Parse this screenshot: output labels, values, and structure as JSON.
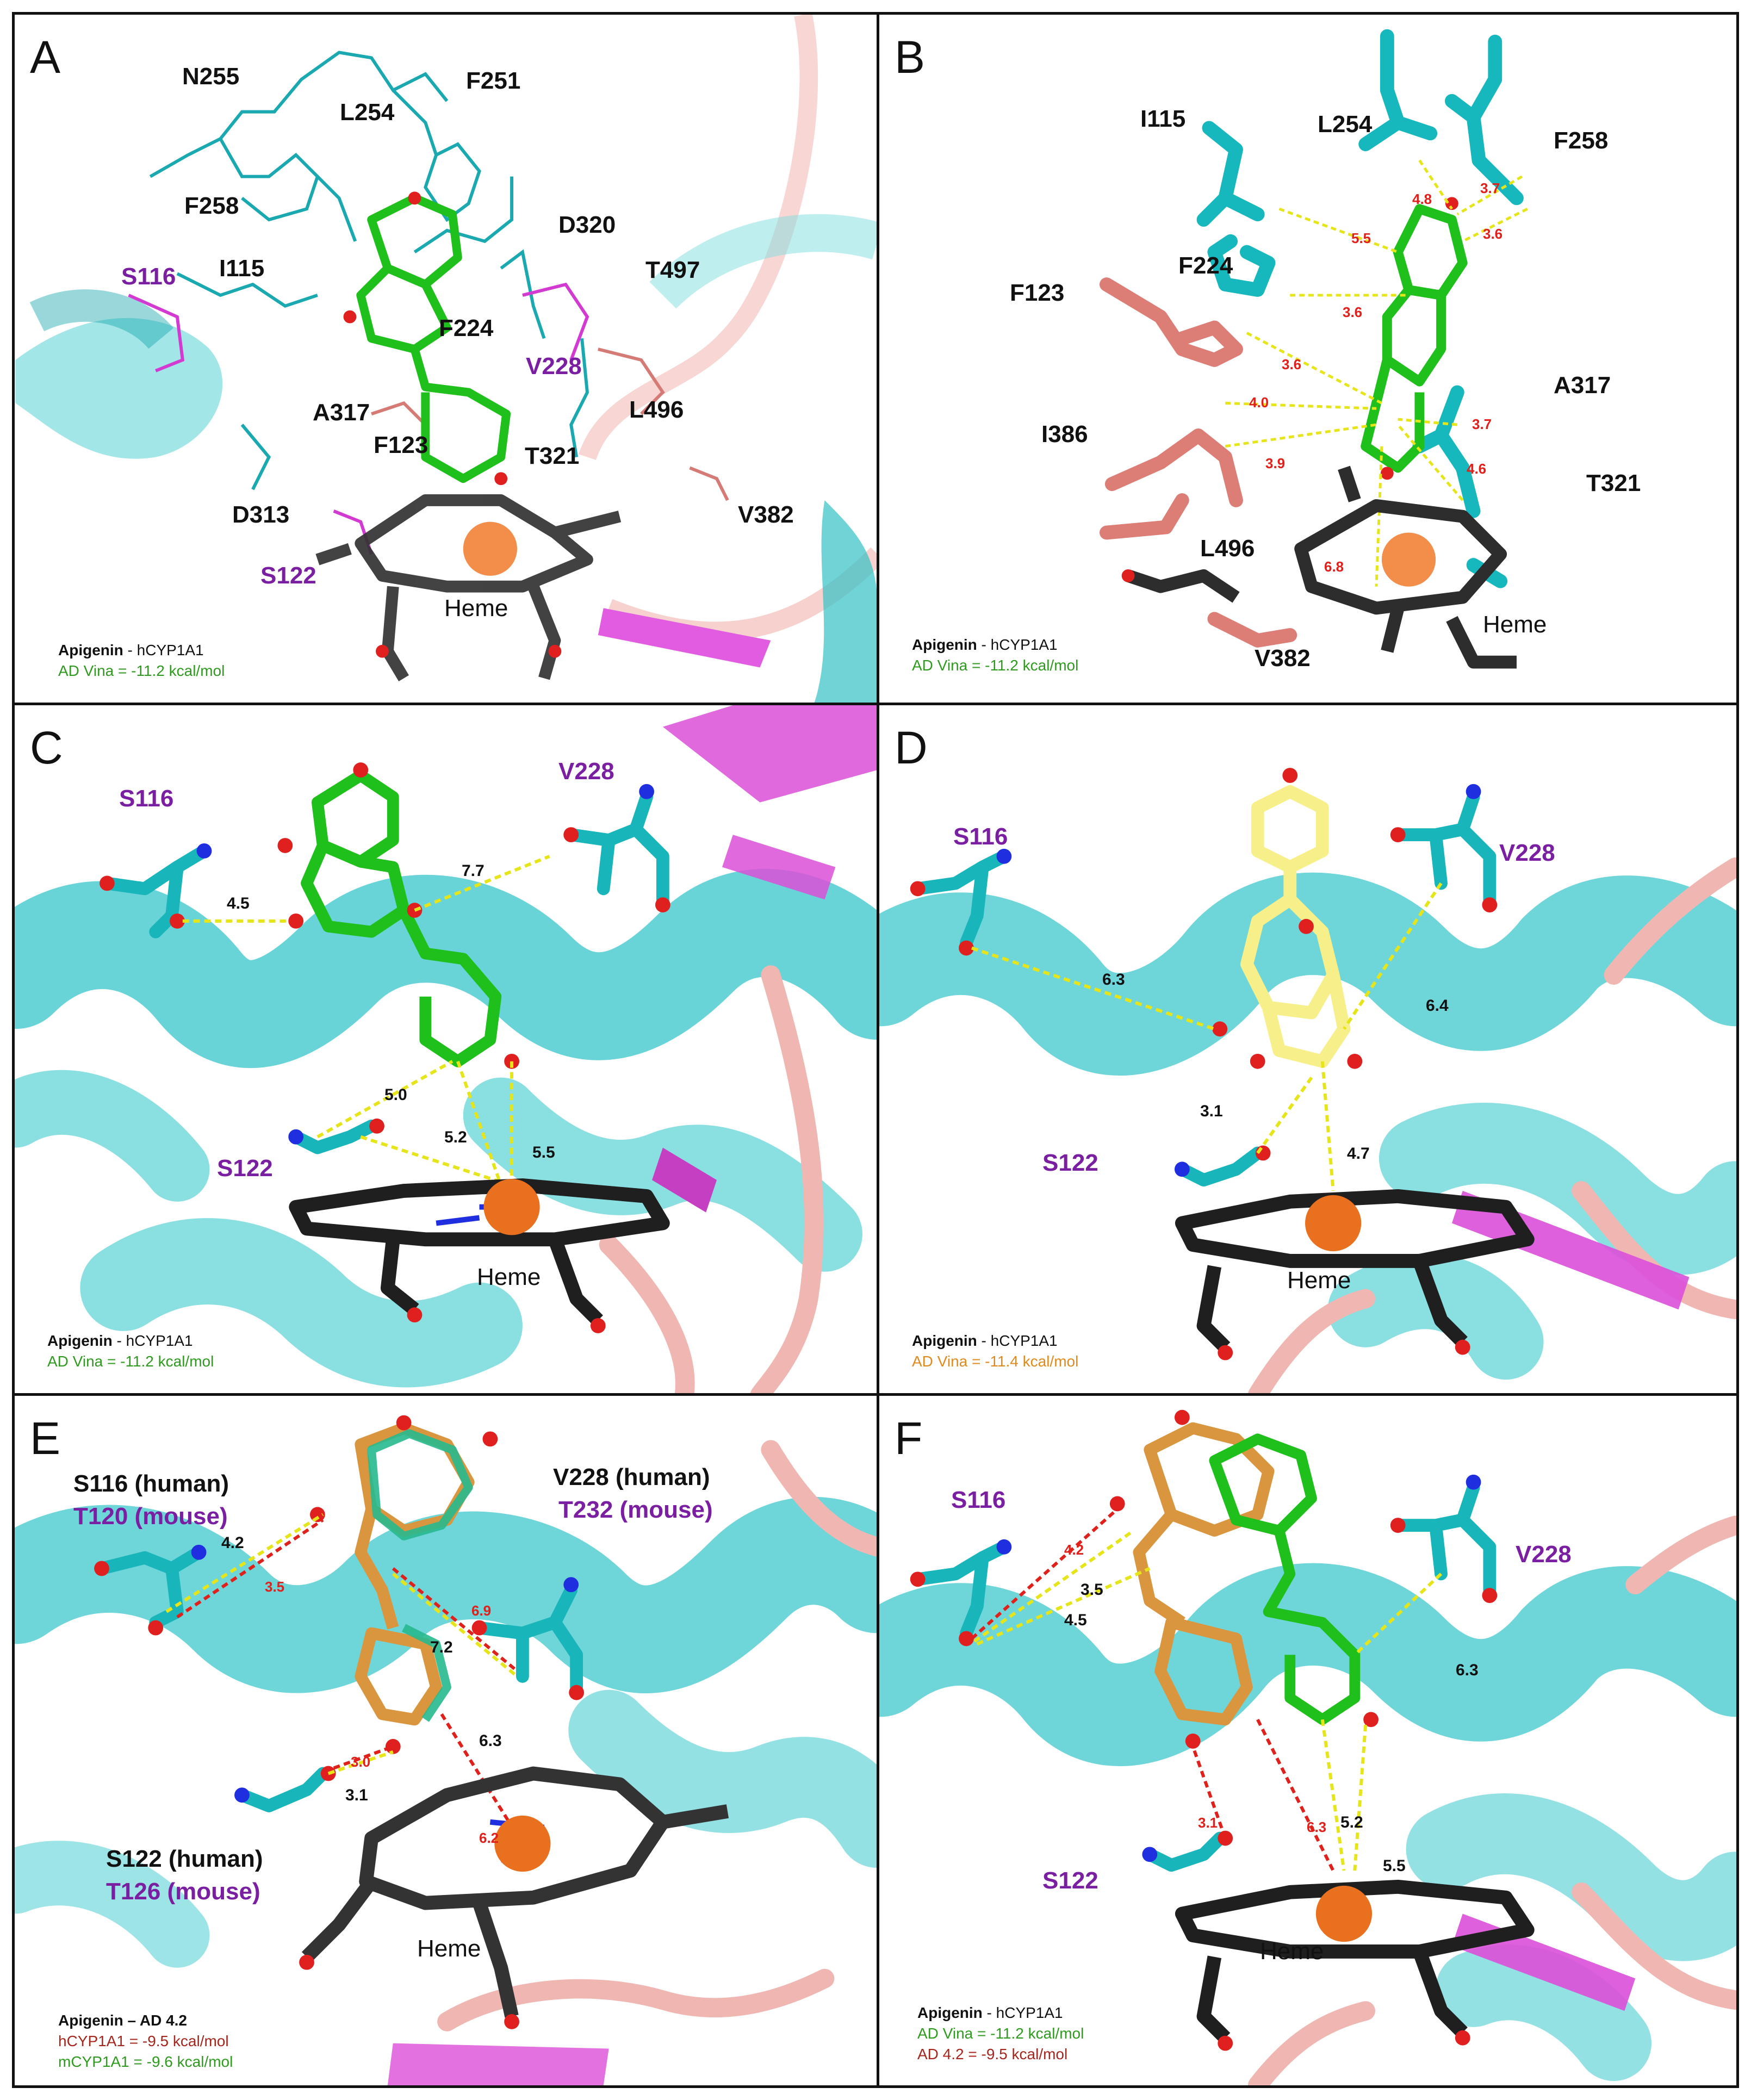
{
  "figure": {
    "panels": [
      {
        "letter": "A",
        "residues_black": [
          "N255",
          "L254",
          "F251",
          "F258",
          "I115",
          "D320",
          "T497",
          "F224",
          "L496",
          "A317",
          "T321",
          "F123",
          "D313",
          "V382"
        ],
        "residues_purple": [
          "S116",
          "V228",
          "S122"
        ],
        "heme": "Heme",
        "legend": {
          "ligand": "Apigenin",
          "sep": " - ",
          "enzyme": "hCYP1A1",
          "score": "AD Vina = -11.2 kcal/mol"
        }
      },
      {
        "letter": "B",
        "residues_black": [
          "I115",
          "L254",
          "F258",
          "F224",
          "F123",
          "A317",
          "I386",
          "T321",
          "L496",
          "V382"
        ],
        "distances_red": [
          "4.8",
          "3.7",
          "5.5",
          "3.6",
          "3.6",
          "3.6",
          "4.0",
          "3.7",
          "3.9",
          "4.6",
          "6.8"
        ],
        "heme": "Heme",
        "legend": {
          "ligand": "Apigenin",
          "sep": " - ",
          "enzyme": "hCYP1A1",
          "score": "AD Vina = -11.2 kcal/mol"
        }
      },
      {
        "letter": "C",
        "residues_purple": [
          "S116",
          "V228",
          "S122"
        ],
        "distances_black": [
          "4.5",
          "7.7",
          "5.0",
          "5.2",
          "5.5"
        ],
        "heme": "Heme",
        "legend": {
          "ligand": "Apigenin",
          "sep": " - ",
          "enzyme": "hCYP1A1",
          "score": "AD Vina = -11.2 kcal/mol"
        }
      },
      {
        "letter": "D",
        "residues_purple": [
          "S116",
          "V228",
          "S122"
        ],
        "distances_black": [
          "6.3",
          "6.4",
          "3.1",
          "4.7"
        ],
        "heme": "Heme",
        "legend": {
          "ligand": "Apigenin",
          "sep": " - ",
          "enzyme": "hCYP1A1",
          "score": "AD Vina = -11.4 kcal/mol"
        }
      },
      {
        "letter": "E",
        "residues_black": [
          "S116 (human)",
          "V228 (human)",
          "S122 (human)"
        ],
        "residues_purple": [
          "T120 (mouse)",
          "T232 (mouse)",
          "T126 (mouse)"
        ],
        "distances_red": [
          "3.5",
          "6.9",
          "3.0",
          "6.2"
        ],
        "distances_black": [
          "4.2",
          "7.2",
          "3.1",
          "6.3"
        ],
        "heme": "Heme",
        "legend": {
          "ligand": "Apigenin – AD 4.2",
          "line2": "hCYP1A1 = -9.5 kcal/mol",
          "line3": "mCYP1A1 = -9.6  kcal/mol"
        }
      },
      {
        "letter": "F",
        "residues_purple": [
          "S116",
          "V228",
          "S122"
        ],
        "distances_red": [
          "4.2",
          "3.1",
          "6.3"
        ],
        "distances_black": [
          "3.5",
          "4.5",
          "6.3",
          "5.2",
          "5.5"
        ],
        "heme": "Heme",
        "legend": {
          "ligand": "Apigenin",
          "sep": " - ",
          "enzyme": "hCYP1A1",
          "line2": "AD Vina = -11.2 kcal/mol",
          "line3": "AD 4.2   = -9.5 kcal/mol"
        }
      }
    ],
    "colors": {
      "cyan": "#1fbfc4",
      "salmon": "#e07f78",
      "magenta": "#d63fd6",
      "green_ligand": "#22c11f",
      "yellow_ligand": "#f7f08a",
      "orange_ligand": "#d9963f",
      "heme_dark": "#2a2a2a",
      "iron": "#f07a2a",
      "oxygen": "#e01f1f",
      "nitrogen": "#1f2fe0",
      "hbond": "#e5e51a"
    }
  }
}
